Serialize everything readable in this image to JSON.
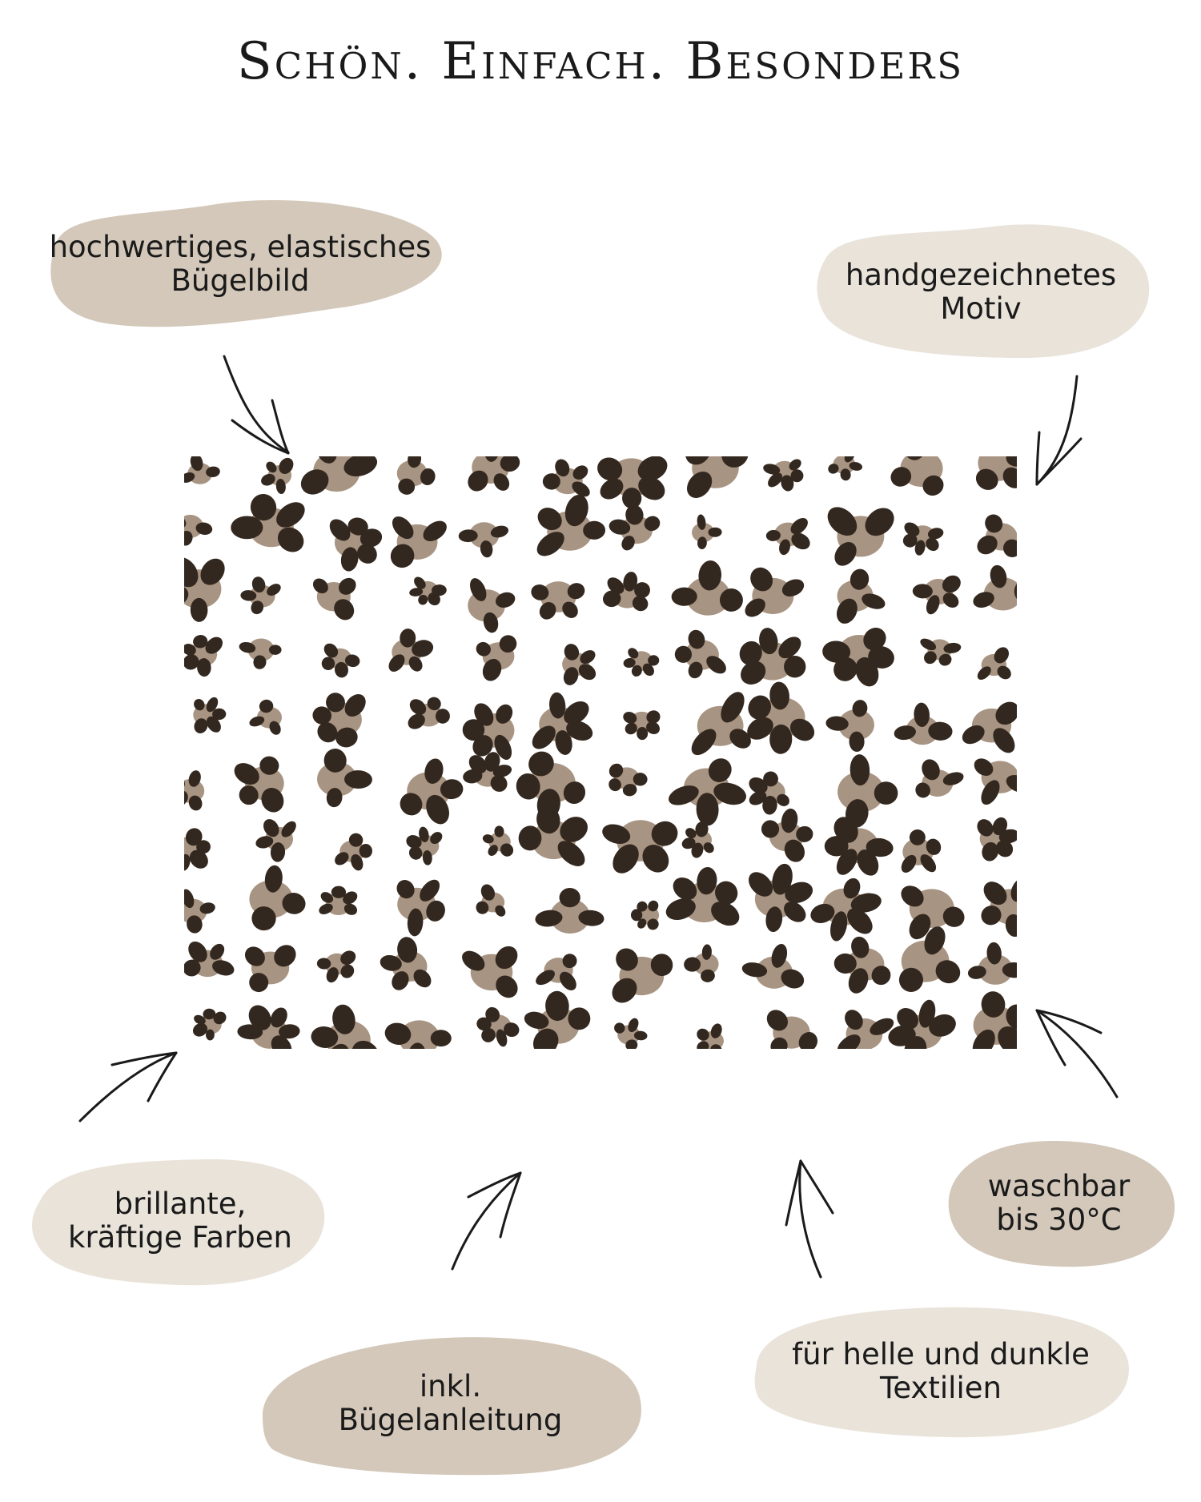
{
  "title": "Schön. Einfach. Besonders",
  "colors": {
    "bubble_dark": "#d3c8ba",
    "bubble_light": "#e9e3da",
    "spot_dark": "#33281f",
    "spot_light": "#a89482"
  },
  "bubbles": {
    "top_left": {
      "line1": "hochwertiges, elastisches",
      "line2": "Bügelbild"
    },
    "top_right": {
      "line1": "handgezeichnetes",
      "line2": "Motiv"
    },
    "mid_left": {
      "line1": "brillante,",
      "line2": "kräftige Farben"
    },
    "mid_right": {
      "line1": "waschbar",
      "line2": "bis 30°C"
    },
    "bottom_left": {
      "line1": "inkl.",
      "line2": "Bügelanleitung"
    },
    "bottom_right": {
      "line1": "für helle und dunkle",
      "line2": "Textilien"
    }
  },
  "motif": {
    "name": "leopard-pattern"
  }
}
